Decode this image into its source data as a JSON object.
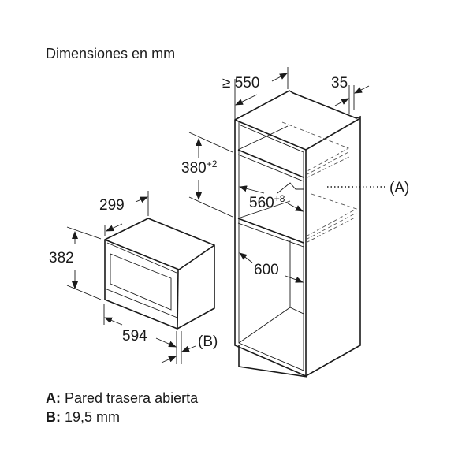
{
  "title": "Dimensiones en mm",
  "dimensions": {
    "cabinet_depth": "≥ 550",
    "top_offset": "35",
    "niche_height": "380",
    "niche_height_tol": "+2",
    "niche_width": "560",
    "niche_width_tol": "+8",
    "cabinet_width": "600",
    "appliance_depth": "299",
    "appliance_height": "382",
    "appliance_width": "594"
  },
  "callouts": {
    "a": "(A)",
    "b": "(B)"
  },
  "legend": [
    {
      "key": "A:",
      "text": "Pared trasera abierta"
    },
    {
      "key": "B:",
      "text": "19,5 mm"
    }
  ]
}
